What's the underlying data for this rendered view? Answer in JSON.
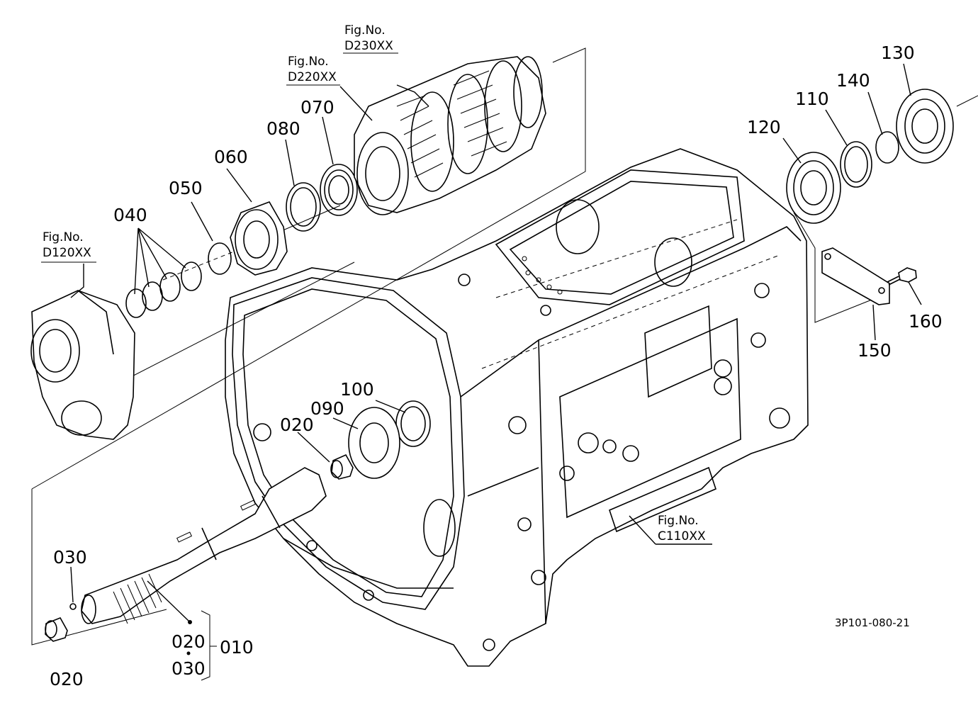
{
  "figure_refs": {
    "d230": {
      "prefix": "Fig.No.",
      "code": "D230XX"
    },
    "d220": {
      "prefix": "Fig.No.",
      "code": "D220XX"
    },
    "d120": {
      "prefix": "Fig.No.",
      "code": "D120XX"
    },
    "c110": {
      "prefix": "Fig.No.",
      "code": "C110XX"
    }
  },
  "callouts": {
    "p130": "130",
    "p140": "140",
    "p110": "110",
    "p120": "120",
    "p070": "070",
    "p080": "080",
    "p060": "060",
    "p050": "050",
    "p040": "040",
    "p160": "160",
    "p150": "150",
    "p100": "100",
    "p090": "090",
    "p020_upper": "020",
    "p030": "030",
    "p020_kit": "020",
    "p030_kit": "030",
    "p010": "010",
    "p020_lower": "020"
  },
  "drawing_code": "3P101-080-21"
}
